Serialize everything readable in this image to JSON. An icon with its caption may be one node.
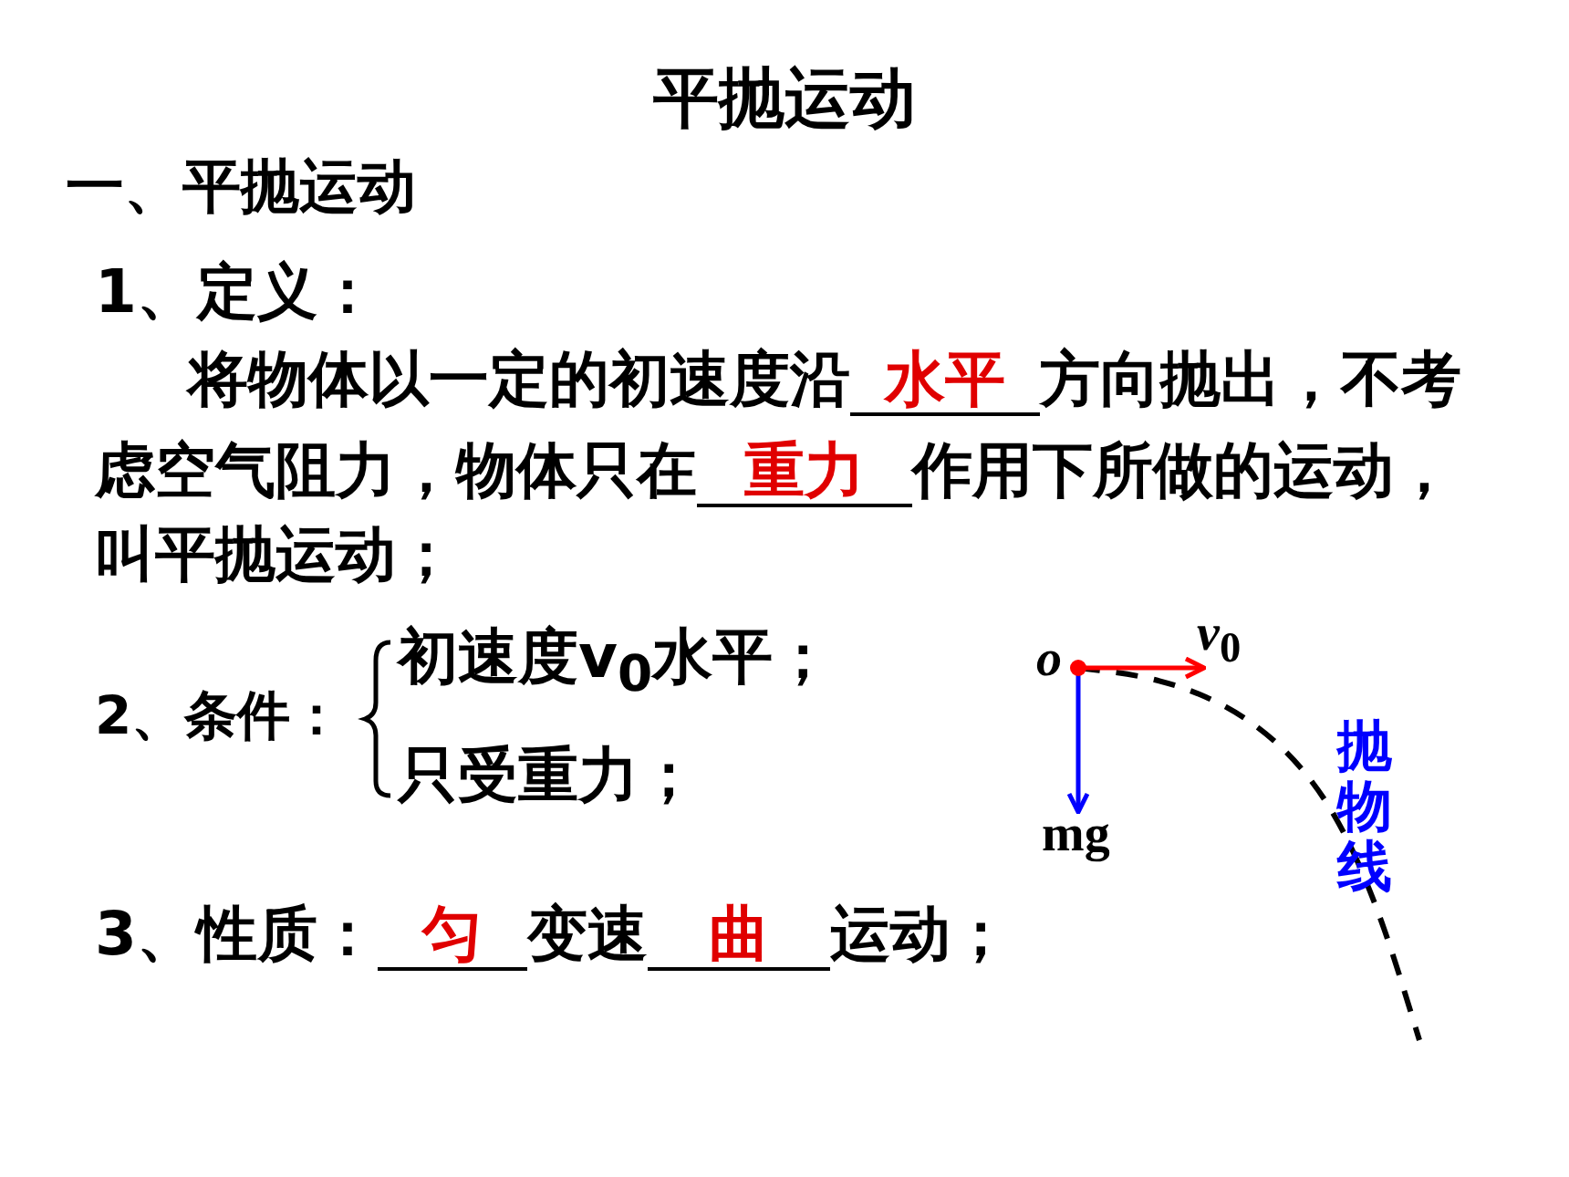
{
  "diagram": {
    "title": "平抛运动",
    "labels": [
      "一、平抛运动",
      "1、定义：",
      "将物体以一定的初速度沿",
      "水平",
      "方向抛出，不考",
      "虑空气阻力，物体只在",
      "重力",
      "作用下所做的运动，",
      "叫平抛运动；",
      "2、条件：",
      "初速度v$_{0}$水平；",
      "只受重力；",
      "3、性质：",
      "匀",
      "变速",
      "曲",
      "运动；",
      "o",
      "*v*$_{0}$",
      "mg",
      "抛物线"
    ]
  }
}
